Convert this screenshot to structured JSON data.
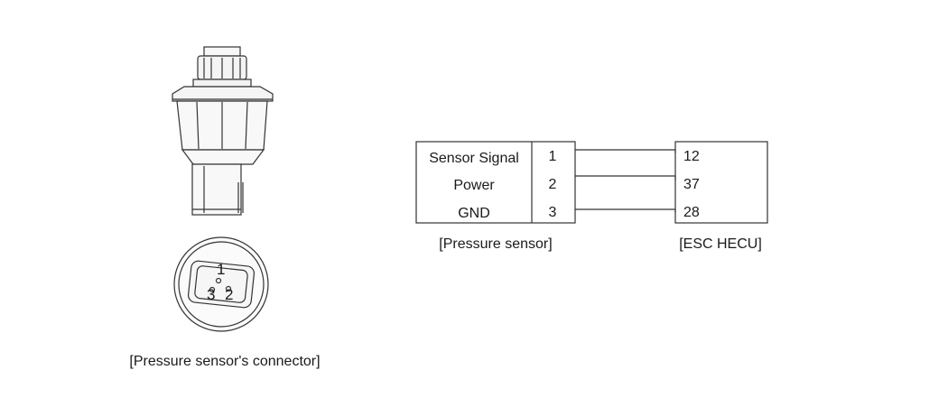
{
  "sensor_caption": "[Pressure sensor's connector]",
  "connector_pins": {
    "pin1": "1",
    "pin2": "2",
    "pin3": "3"
  },
  "sensor_block": {
    "caption": "[Pressure sensor]",
    "rows": [
      {
        "signal": "Sensor Signal",
        "pin": "1"
      },
      {
        "signal": "Power",
        "pin": "2"
      },
      {
        "signal": "GND",
        "pin": "3"
      }
    ]
  },
  "ecu_block": {
    "caption": "[ESC HECU]",
    "pins": [
      "12",
      "37",
      "28"
    ]
  }
}
